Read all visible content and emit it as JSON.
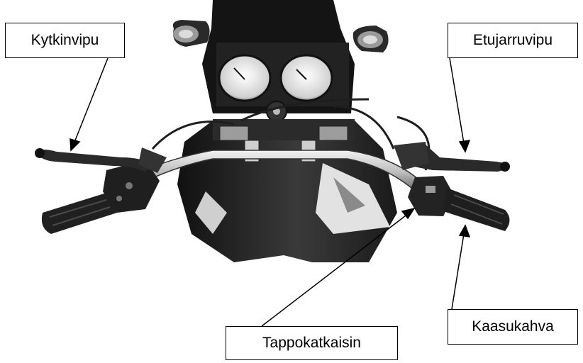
{
  "labels": {
    "clutch_lever": "Kytkinvipu",
    "front_brake_lever": "Etujarruvipu",
    "kill_switch": "Tappokatkaisin",
    "throttle_grip": "Kaasukahva"
  },
  "colors": {
    "ink": "#000000",
    "paper": "#ffffff",
    "metal_dark": "#1c1c1c",
    "metal_mid": "#6e6e6e",
    "metal_light": "#d9d9d9"
  }
}
